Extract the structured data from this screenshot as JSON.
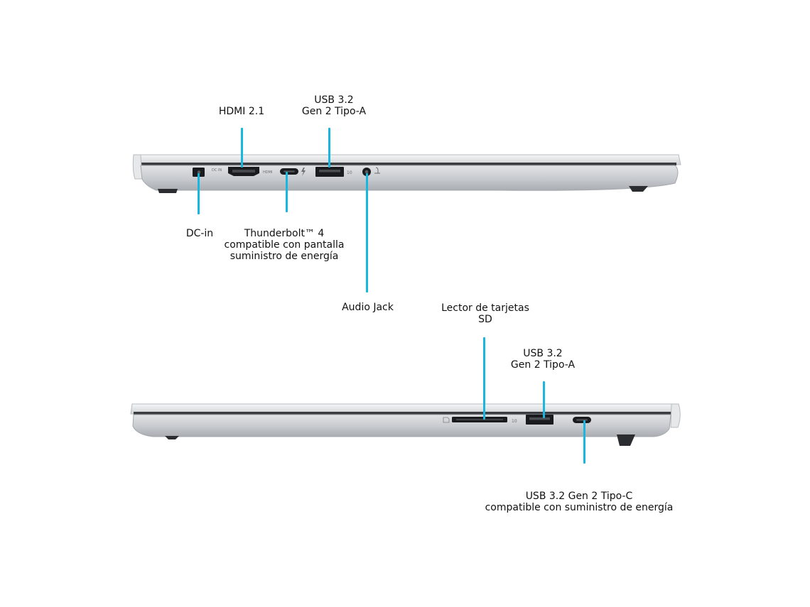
{
  "diagram": {
    "accent_color": "#19b6df",
    "left_side": {
      "labels": {
        "hdmi": {
          "lines": [
            "HDMI 2.1"
          ]
        },
        "usb_a": {
          "lines": [
            "USB 3.2",
            "Gen 2 Tipo-A"
          ]
        },
        "dc_in": {
          "lines": [
            "DC-in"
          ]
        },
        "thunderbolt": {
          "lines": [
            "Thunderbolt™ 4",
            "compatible con pantalla",
            "suministro de energía"
          ]
        },
        "audio": {
          "lines": [
            "Audio Jack"
          ]
        }
      },
      "port_markings": {
        "dc": "DC IN",
        "hdmi": "HDMI",
        "usb": "10"
      }
    },
    "right_side": {
      "labels": {
        "sd": {
          "lines": [
            "Lector de tarjetas",
            "SD"
          ]
        },
        "usb_a": {
          "lines": [
            "USB 3.2",
            "Gen 2 Tipo-A"
          ]
        },
        "usb_c": {
          "lines": [
            "USB 3.2 Gen 2 Tipo-C",
            "compatible con suministro de energía"
          ]
        }
      },
      "port_markings": {
        "usb": "10"
      }
    }
  }
}
